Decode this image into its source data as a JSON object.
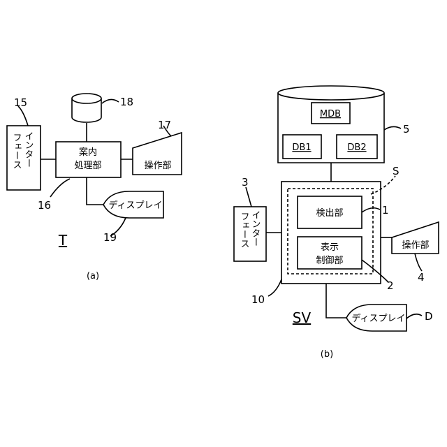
{
  "figure_a": {
    "caption": "(a)",
    "terminal_label": "T",
    "interface_lines": [
      "インター",
      "フェース"
    ],
    "processor_lines": [
      "案内",
      "処理部"
    ],
    "operation_label": "操作部",
    "display_label": "ディスプレイ",
    "refs": {
      "interface": "15",
      "storage": "18",
      "operation": "17",
      "processor": "16",
      "display": "19"
    }
  },
  "figure_b": {
    "caption": "(b)",
    "server_label": "SV",
    "mdb_label": "MDB",
    "db1_label": "DB1",
    "db2_label": "DB2",
    "detector_label": "検出部",
    "display_control_lines": [
      "表示",
      "制御部"
    ],
    "interface_lines": [
      "インター",
      "フェース"
    ],
    "operation_label": "操作部",
    "display_label": "ディスプレイ",
    "refs": {
      "database": "5",
      "interface": "3",
      "system": "S",
      "detector": "1",
      "display_control": "2",
      "operation": "4",
      "server": "10",
      "display": "D"
    }
  }
}
